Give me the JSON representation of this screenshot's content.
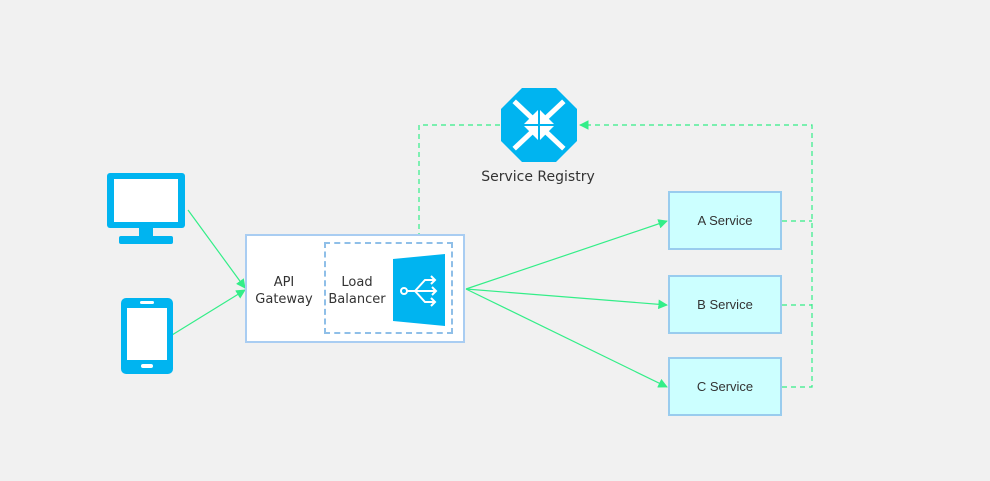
{
  "colors": {
    "background": "#f1f1f1",
    "accent": "#00b4f0",
    "edge": "#33ee88",
    "service_fill": "#ccffff",
    "service_border": "#99ccee"
  },
  "clients": [
    {
      "icon": "desktop-monitor-icon"
    },
    {
      "icon": "mobile-phone-icon"
    }
  ],
  "gateway": {
    "label": "API Gateway"
  },
  "load_balancer": {
    "label": "Load Balancer",
    "icon": "load-balancer-icon"
  },
  "registry": {
    "label": "Service Registry",
    "icon": "service-registry-icon"
  },
  "services": [
    {
      "label": "A Service"
    },
    {
      "label": "B Service"
    },
    {
      "label": "C Service"
    }
  ]
}
